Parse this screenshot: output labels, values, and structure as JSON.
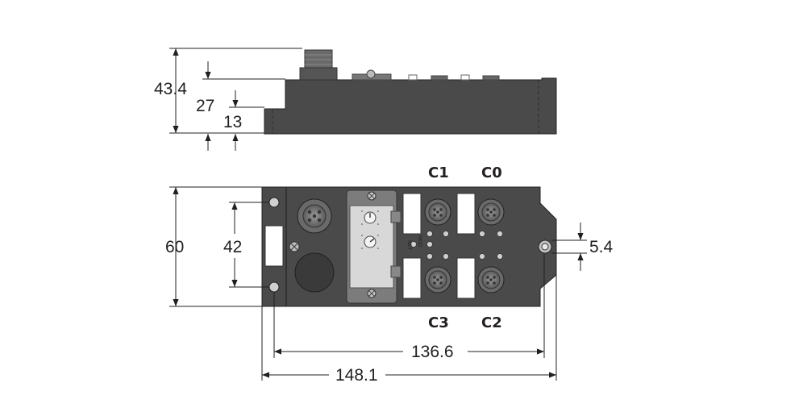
{
  "side_view": {
    "dim_height": "43.4",
    "dim_mid": "27",
    "dim_low": "13"
  },
  "top_view": {
    "dim_height": "60",
    "dim_hole_spacing": "42",
    "dim_slot": "5.4",
    "dim_hole_length": "136.6",
    "dim_total_length": "148.1",
    "port_labels": {
      "c0": "C0",
      "c1": "C1",
      "c2": "C2",
      "c3": "C3"
    },
    "led_labels": {
      "mod": "MOD",
      "net": "NET"
    }
  },
  "colors": {
    "housing": "#4a4a4a",
    "housing_dark": "#3a3a3a",
    "label_panel": "#d8d8d8",
    "dimension": "#231f20"
  }
}
